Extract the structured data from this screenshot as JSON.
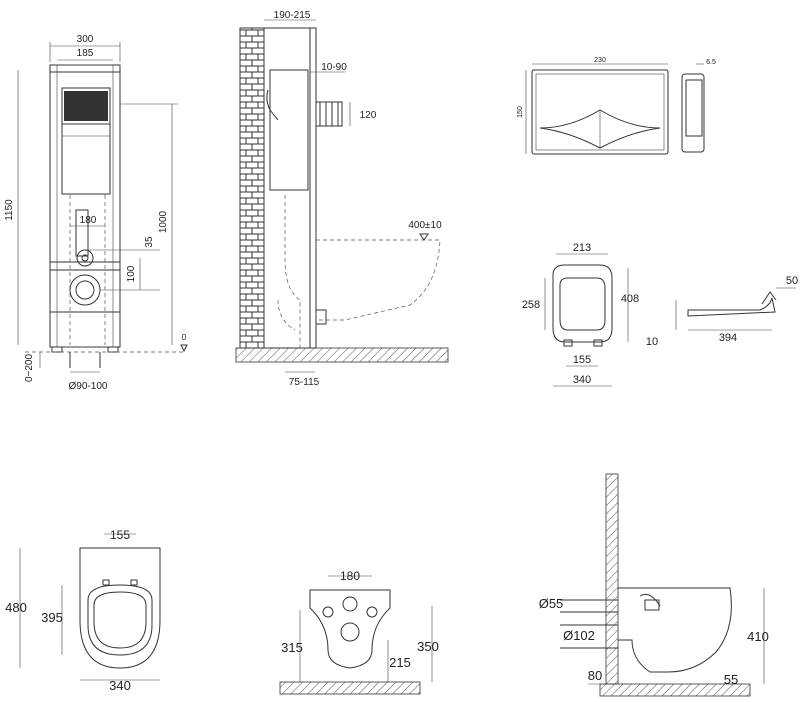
{
  "frame_front": {
    "dims": {
      "width_overall": "300",
      "width_inner": "185",
      "height_overall": "1150",
      "height_outlet": "1000",
      "pipe_spacing": "180",
      "offset_35": "35",
      "offset_100": "100",
      "zero_mark": "0",
      "foot_adjust": "0~200",
      "pipe_diameter": "Ø90-100"
    }
  },
  "frame_side": {
    "dims": {
      "depth": "190-215",
      "wall_gap": "10-90",
      "flush_height": "120",
      "bowl_height": "400±10",
      "bottom_gap": "75-115"
    }
  },
  "flush_plate": {
    "dims": {
      "width": "230",
      "height": "150",
      "thickness": "6.5"
    }
  },
  "seat": {
    "dims": {
      "width_top": "213",
      "depth_inner": "258",
      "depth_overall": "408",
      "hinge_spacing": "155",
      "width_overall": "340",
      "height_lid": "50",
      "thickness": "10",
      "length_side": "394"
    }
  },
  "bowl_top": {
    "dims": {
      "hinge_width": "155",
      "length": "480",
      "opening": "395",
      "width": "340"
    }
  },
  "bowl_back": {
    "dims": {
      "bolt_spacing": "180",
      "height_left": "315",
      "height_total": "350",
      "height_outlet": "215"
    }
  },
  "bowl_side": {
    "dims": {
      "inlet_diameter": "Ø55",
      "outlet_diameter": "Ø102",
      "height": "410",
      "outlet_offset": "80",
      "bottom_gap": "55"
    }
  }
}
